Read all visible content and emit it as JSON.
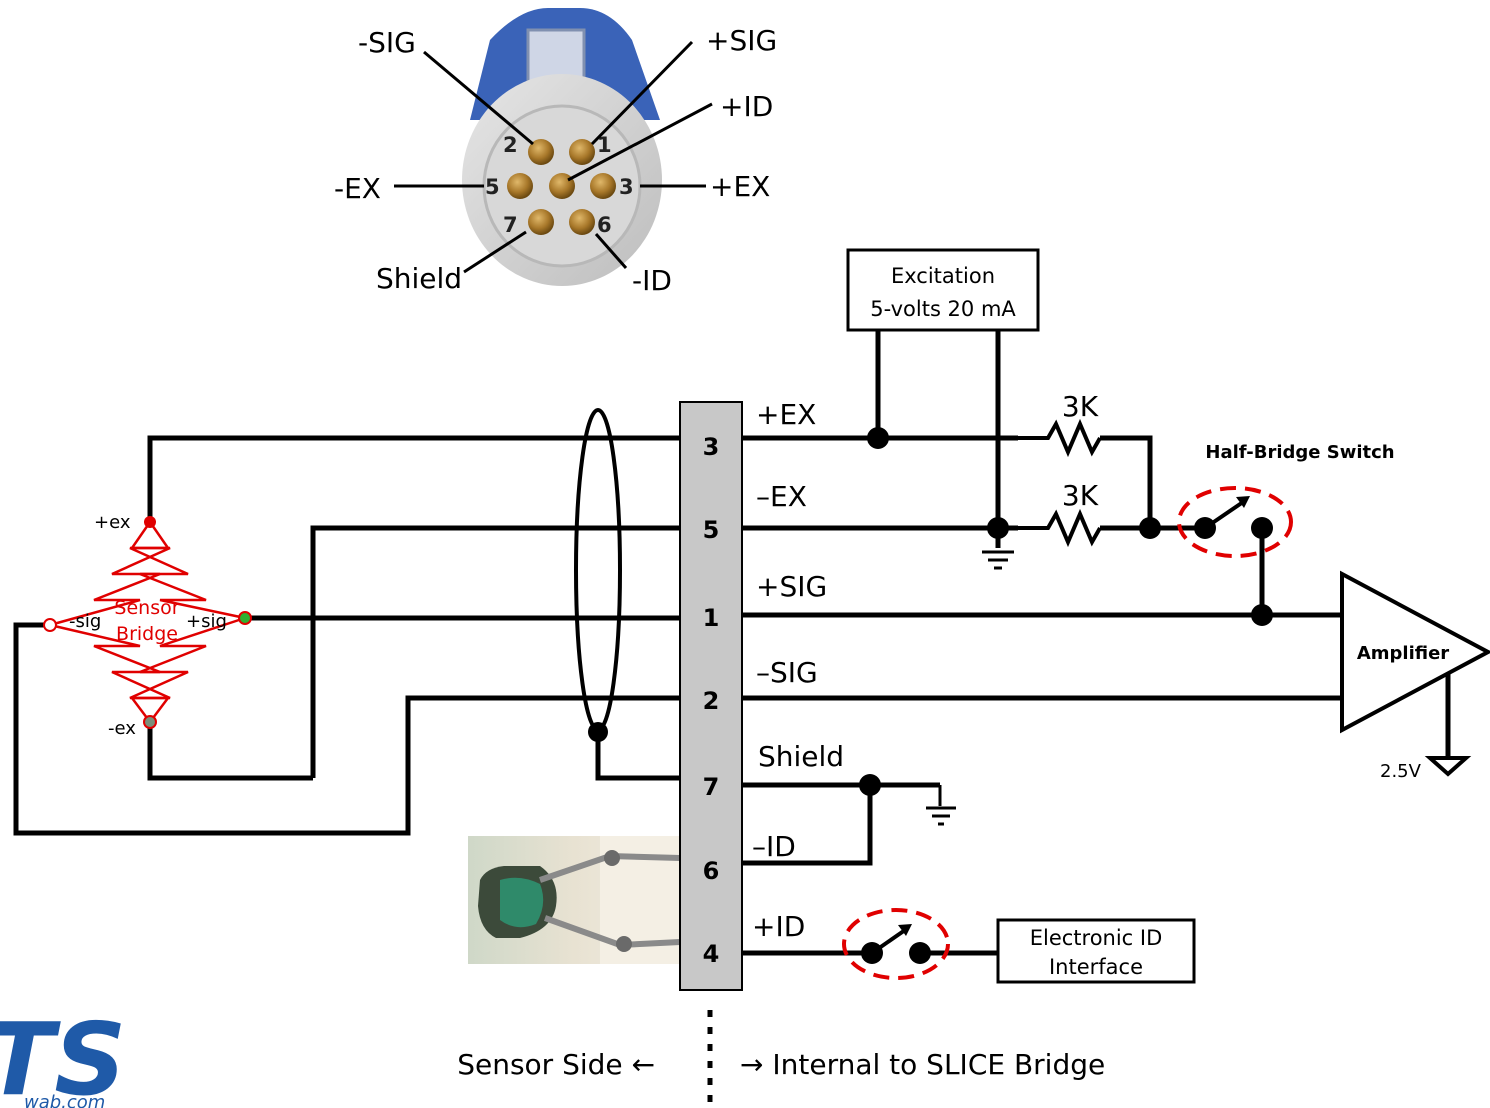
{
  "connector": {
    "pin_numbers": [
      "2",
      "1",
      "5",
      "3",
      "7",
      "6"
    ],
    "labels": {
      "minus_sig": "-SIG",
      "plus_sig": "+SIG",
      "plus_id": "+ID",
      "minus_ex": "-EX",
      "plus_ex": "+EX",
      "shield": "Shield",
      "minus_id": "-ID"
    }
  },
  "terminal": {
    "pins": [
      "3",
      "5",
      "1",
      "2",
      "7",
      "6",
      "4"
    ]
  },
  "signals": {
    "plus_ex": "+EX",
    "minus_ex": "–EX",
    "plus_sig": "+SIG",
    "minus_sig": "–SIG",
    "shield": "Shield",
    "minus_id": "–ID",
    "plus_id": "+ID"
  },
  "excitation": {
    "line1": "Excitation",
    "line2": "5-volts 20 mA"
  },
  "resistors": {
    "r1": "3K",
    "r2": "3K"
  },
  "half_bridge_switch": "Half-Bridge Switch",
  "amplifier": "Amplifier",
  "ref_voltage": "2.5V",
  "sensor_bridge": {
    "name_line1": "Sensor",
    "name_line2": "Bridge",
    "plus_ex": "+ex",
    "minus_ex": "-ex",
    "minus_sig": "-sig",
    "plus_sig": "+sig"
  },
  "electronic_id": {
    "line1": "Electronic ID",
    "line2": "Interface"
  },
  "footer": {
    "sensor_side": "Sensor Side ←",
    "internal": "→ Internal to SLICE Bridge"
  },
  "logo": {
    "text": "TS",
    "url_fragment": "wab.com"
  },
  "colors": {
    "wire": "#000000",
    "bridge": "#e00000",
    "switch_highlight": "#e00000",
    "terminal_fill": "#c8c8c8",
    "connector_blue": "#3a63b8",
    "logo_blue": "#1f5aa8"
  }
}
